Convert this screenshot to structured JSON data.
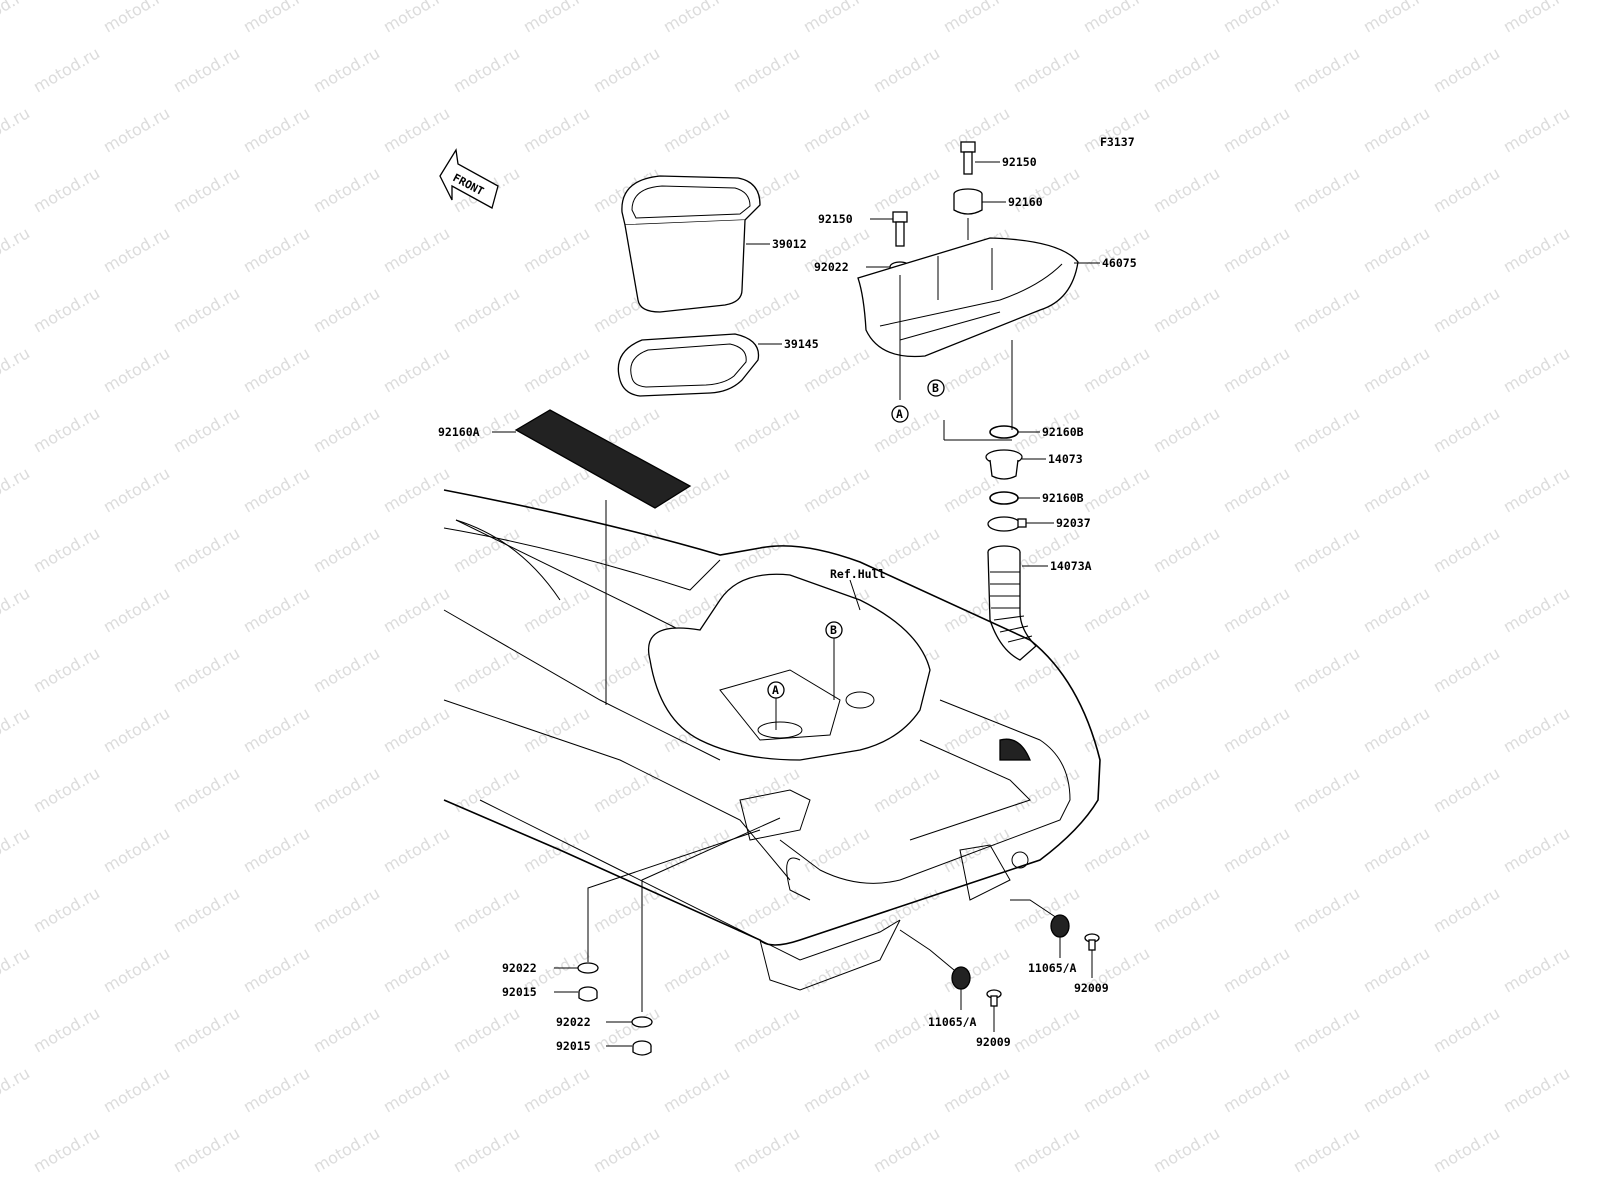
{
  "diagram": {
    "code": "F3137",
    "front_label": "FRONT",
    "ref_label": "Ref.Hull",
    "watermark": "motod.ru",
    "parts": {
      "p39012": "39012",
      "p39145": "39145",
      "p92160A": "92160A",
      "p92150a": "92150",
      "p92150b": "92150",
      "p92160": "92160",
      "p92022a": "92022",
      "p46075": "46075",
      "p92160Ba": "92160B",
      "p14073": "14073",
      "p92160Bb": "92160B",
      "p92037": "92037",
      "p14073A": "14073A",
      "p92022b": "92022",
      "p92015a": "92015",
      "p92022c": "92022",
      "p92015b": "92015",
      "p11065a": "11065/A",
      "p92009a": "92009",
      "p11065b": "11065/A",
      "p92009b": "92009"
    },
    "callouts": {
      "A": "A",
      "B": "B"
    }
  }
}
